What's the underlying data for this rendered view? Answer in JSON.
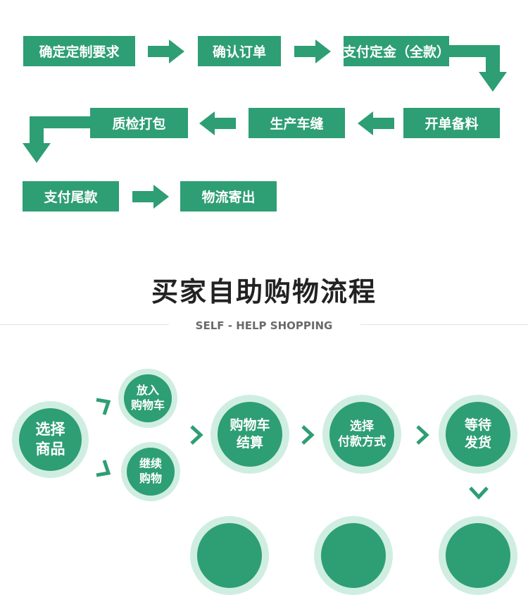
{
  "colors": {
    "primary": "#2e9e74",
    "ring": "#cfeee1",
    "title": "#222222",
    "subtitle": "#6a6a6a"
  },
  "production": {
    "steps": [
      "确定定制要求",
      "确认订单",
      "支付定金（全款）",
      "开单备料",
      "生产车缝",
      "质检打包",
      "支付尾款",
      "物流寄出"
    ]
  },
  "shopping": {
    "title": "买家自助购物流程",
    "subtitle": "SELF - HELP SHOPPING",
    "circles": {
      "select": [
        "选择",
        "商品"
      ],
      "add_cart": [
        "放入",
        "购物车"
      ],
      "continue": [
        "继续",
        "购物"
      ],
      "checkout": [
        "购物车",
        "结算"
      ],
      "payment": [
        "选择",
        "付款方式"
      ],
      "ship": [
        "等待",
        "发货"
      ]
    }
  }
}
